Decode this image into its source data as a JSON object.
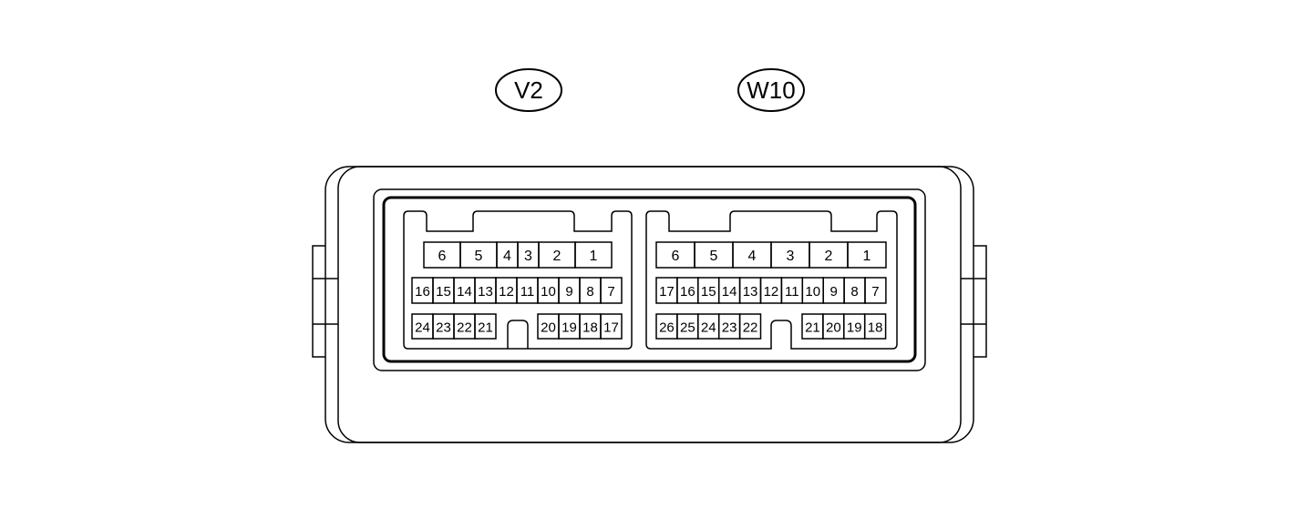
{
  "connector_labels": {
    "left": "V2",
    "right": "W10"
  },
  "left_connector": {
    "row1": [
      "6",
      "5",
      "4",
      "3",
      "2",
      "1"
    ],
    "row2": [
      "16",
      "15",
      "14",
      "13",
      "12",
      "11",
      "10",
      "9",
      "8",
      "7"
    ],
    "row3_left": [
      "24",
      "23",
      "22",
      "21"
    ],
    "row3_right": [
      "20",
      "19",
      "18",
      "17"
    ]
  },
  "right_connector": {
    "row1": [
      "6",
      "5",
      "4",
      "3",
      "2",
      "1"
    ],
    "row2": [
      "17",
      "16",
      "15",
      "14",
      "13",
      "12",
      "11",
      "10",
      "9",
      "8",
      "7"
    ],
    "row3_left": [
      "26",
      "25",
      "24",
      "23",
      "22"
    ],
    "row3_right": [
      "21",
      "20",
      "19",
      "18"
    ]
  },
  "colors": {
    "line": "#000000",
    "background": "#ffffff"
  }
}
